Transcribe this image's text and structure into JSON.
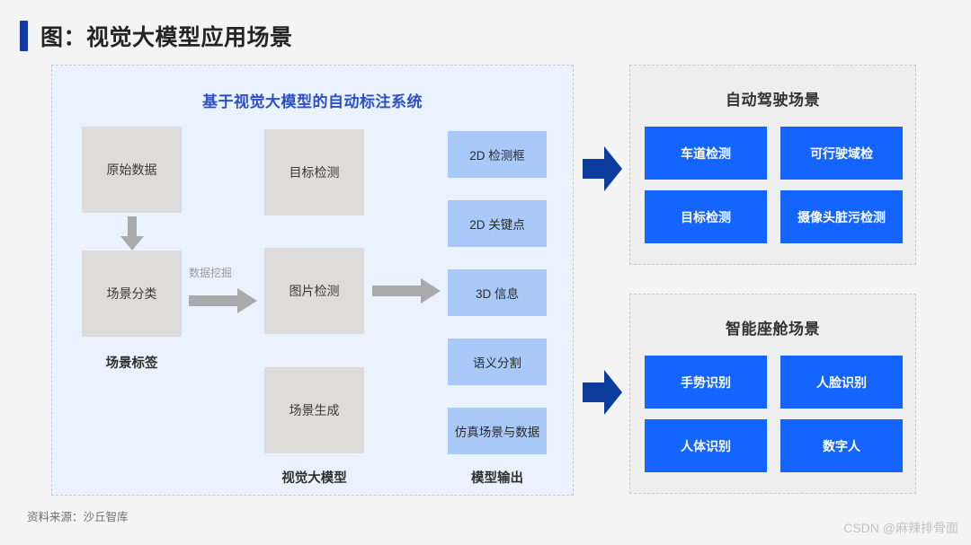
{
  "page": {
    "title": "图：视觉大模型应用场景",
    "source_note": "资料来源：沙丘智库",
    "watermark": "CSDN @麻辣排骨面"
  },
  "colors": {
    "accent_navy": "#10389e",
    "panel_title_blue": "#2b4fc9",
    "left_panel_bg": "#eaf2fd",
    "right_panel_bg": "#eeeeee",
    "gray_box": "#dddcda",
    "light_blue_box": "#a9c9f9",
    "tile_blue": "#1464ff",
    "gray_arrow": "#aaaaaa",
    "navy_arrow": "#0c3c9c"
  },
  "left_panel": {
    "title": "基于视觉大模型的自动标注系统",
    "stage_input": {
      "boxes": [
        {
          "label": "原始数据"
        },
        {
          "label": "场景分类"
        }
      ],
      "caption": "场景标签"
    },
    "stage_model": {
      "boxes": [
        {
          "label": "目标检测"
        },
        {
          "label": "图片检测"
        },
        {
          "label": "场景生成"
        }
      ],
      "caption": "视觉大模型"
    },
    "stage_output": {
      "boxes": [
        {
          "label": "2D 检测框"
        },
        {
          "label": "2D 关键点"
        },
        {
          "label": "3D 信息"
        },
        {
          "label": "语义分割"
        },
        {
          "label": "仿真场景与数据"
        }
      ],
      "caption": "模型输出"
    },
    "arrows": {
      "data_mining_label": "数据挖掘"
    }
  },
  "right_panels": [
    {
      "title": "自动驾驶场景",
      "tiles": [
        {
          "label": "车道检测"
        },
        {
          "label": "可行驶域检"
        },
        {
          "label": "目标检测"
        },
        {
          "label": "摄像头脏污检测"
        }
      ]
    },
    {
      "title": "智能座舱场景",
      "tiles": [
        {
          "label": "手势识别"
        },
        {
          "label": "人脸识别"
        },
        {
          "label": "人体识别"
        },
        {
          "label": "数字人"
        }
      ]
    }
  ]
}
